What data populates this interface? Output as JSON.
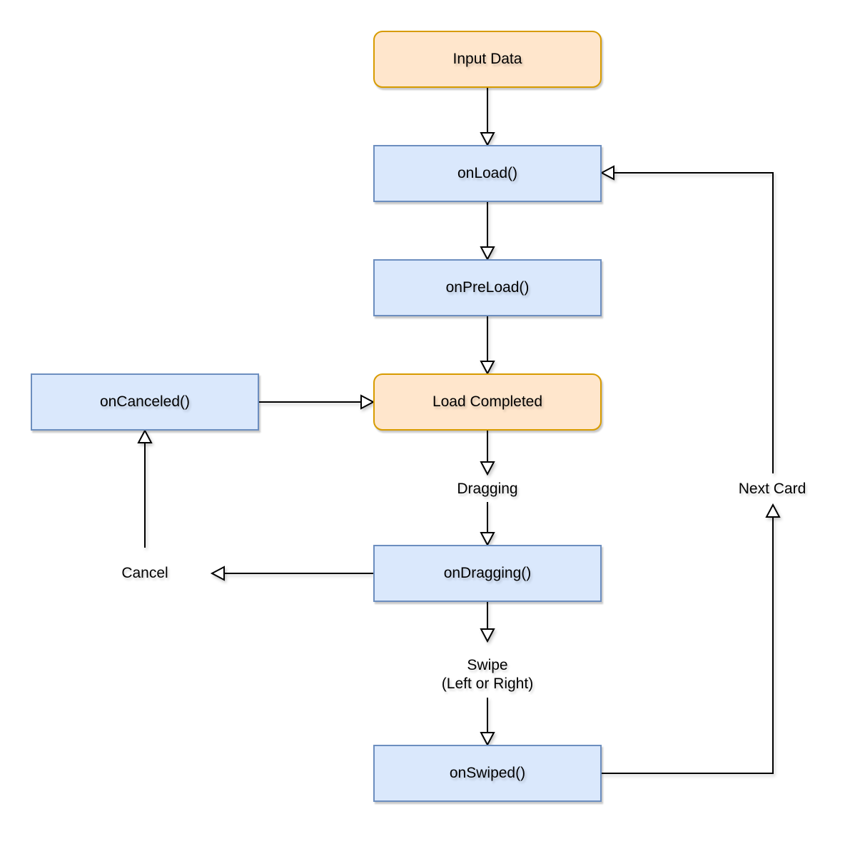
{
  "diagram": {
    "background_color": "#FFFFFF",
    "line_color": "#000000",
    "text_color": "#000000",
    "styles": {
      "event_node": {
        "fill": "#FFE6CC",
        "border": "#D79B00",
        "shape": "rounded"
      },
      "callback_node": {
        "fill": "#DAE8FC",
        "border": "#6C8EBF",
        "shape": "rectangle"
      }
    },
    "nodes": {
      "input_data": {
        "label": "Input Data",
        "style": "event_node"
      },
      "on_load": {
        "label": "onLoad()",
        "style": "callback_node"
      },
      "on_pre_load": {
        "label": "onPreLoad()",
        "style": "callback_node"
      },
      "load_completed": {
        "label": "Load Completed",
        "style": "event_node"
      },
      "on_canceled": {
        "label": "onCanceled()",
        "style": "callback_node"
      },
      "on_dragging": {
        "label": "onDragging()",
        "style": "callback_node"
      },
      "on_swiped": {
        "label": "onSwiped()",
        "style": "callback_node"
      }
    },
    "edge_labels": {
      "dragging": "Dragging",
      "swipe_line1": "Swipe",
      "swipe_line2": "(Left or Right)",
      "cancel": "Cancel",
      "next_card": "Next Card"
    },
    "edges": [
      {
        "from": "input_data",
        "to": "on_load",
        "label": ""
      },
      {
        "from": "on_load",
        "to": "on_pre_load",
        "label": ""
      },
      {
        "from": "on_pre_load",
        "to": "load_completed",
        "label": ""
      },
      {
        "from": "load_completed",
        "to": "on_dragging",
        "label": "Dragging"
      },
      {
        "from": "on_dragging",
        "to": "on_swiped",
        "label": "Swipe (Left or Right)"
      },
      {
        "from": "on_swiped",
        "to": "on_load",
        "label": "Next Card"
      },
      {
        "from": "on_dragging",
        "to": "on_canceled",
        "label": "Cancel"
      },
      {
        "from": "on_canceled",
        "to": "load_completed",
        "label": ""
      }
    ]
  }
}
